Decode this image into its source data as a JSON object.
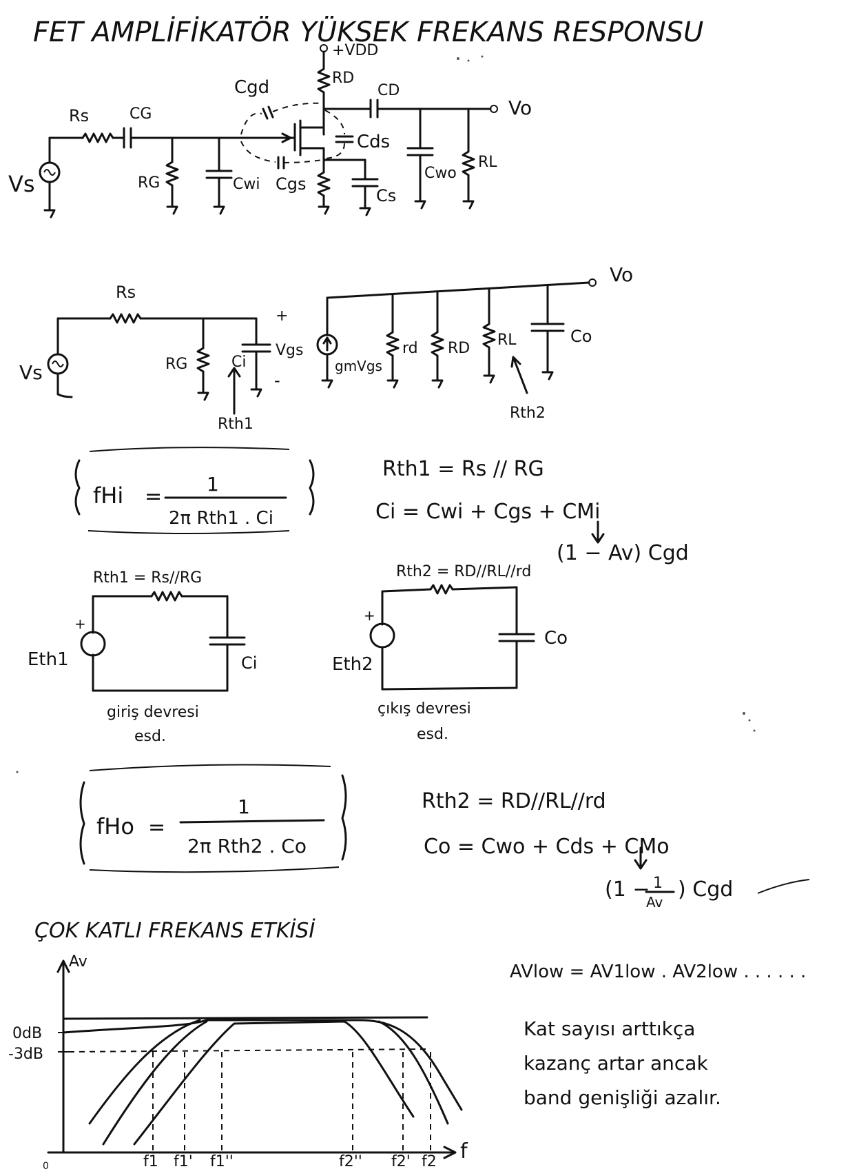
{
  "title": "FET AMPLİFİKATÖR YÜKSEK FREKANS RESPONSU",
  "circuit1": {
    "vdd": "+VDD",
    "rd": "RD",
    "cd": "CD",
    "vo": "Vo",
    "cgd": "Cgd",
    "rs": "Rs",
    "cg": "CG",
    "cds": "Cds",
    "vs": "Vs",
    "rg": "RG",
    "cwi": "Cwi",
    "cgs": "Cgs",
    "cs": "Cs",
    "cwo": "Cwo",
    "rl": "RL"
  },
  "circuit2": {
    "vo": "Vo",
    "rs": "Rs",
    "vs": "Vs",
    "rg": "RG",
    "ci": "Ci",
    "vgs": "Vgs",
    "plus": "+",
    "minus": "-",
    "rth1": "Rth1",
    "gm": "gmVgs",
    "rd_small": "rd",
    "rd_big": "RD",
    "rl": "RL",
    "co": "Co",
    "rth2": "Rth2"
  },
  "formula1": {
    "lhs": "fHi",
    "eq": "=",
    "num": "1",
    "den": "2π Rth1 . Ci",
    "rth1_eq": "Rth1 = Rs // RG",
    "ci_eq": "Ci = Cwi + Cgs + CMi",
    "cmi_expr": "(1 − Av) Cgd"
  },
  "thevenin1": {
    "r_label": "Rth1 = Rs//RG",
    "source": "Eth1",
    "cap": "Ci",
    "caption1": "giriş devresi",
    "caption2": "esd."
  },
  "thevenin2": {
    "r_label": "Rth2 = RD//RL//rd",
    "source": "Eth2",
    "cap": "Co",
    "caption1": "çıkış devresi",
    "caption2": "esd."
  },
  "formula2": {
    "lhs": "fHo",
    "eq": "=",
    "num": "1",
    "den": "2π Rth2 . Co",
    "rth2_eq": "Rth2 = RD//RL//rd",
    "co_eq": "Co = Cwo + Cds + CMo",
    "cmo_pre": "(1 −",
    "cmo_num": "1",
    "cmo_den": "Av",
    "cmo_post": ") Cgd"
  },
  "section2": {
    "title": "ÇOK KATLI FREKANS ETKİSİ",
    "gain_eq": "AVlow = AV1low . AV2low . . . . . .",
    "note1": "Kat sayısı arttıkça",
    "note2": "kazanç artar ancak",
    "note3": "band genişliği azalır."
  },
  "chart_data": {
    "type": "line",
    "ylabel": "Av",
    "xlabel": "f",
    "y_ticks": [
      "0dB",
      "-3dB"
    ],
    "x_ticks": [
      "f1",
      "f1'",
      "f1''",
      "f2''",
      "f2'",
      "f2"
    ],
    "origin": "0",
    "series_count": 3
  }
}
